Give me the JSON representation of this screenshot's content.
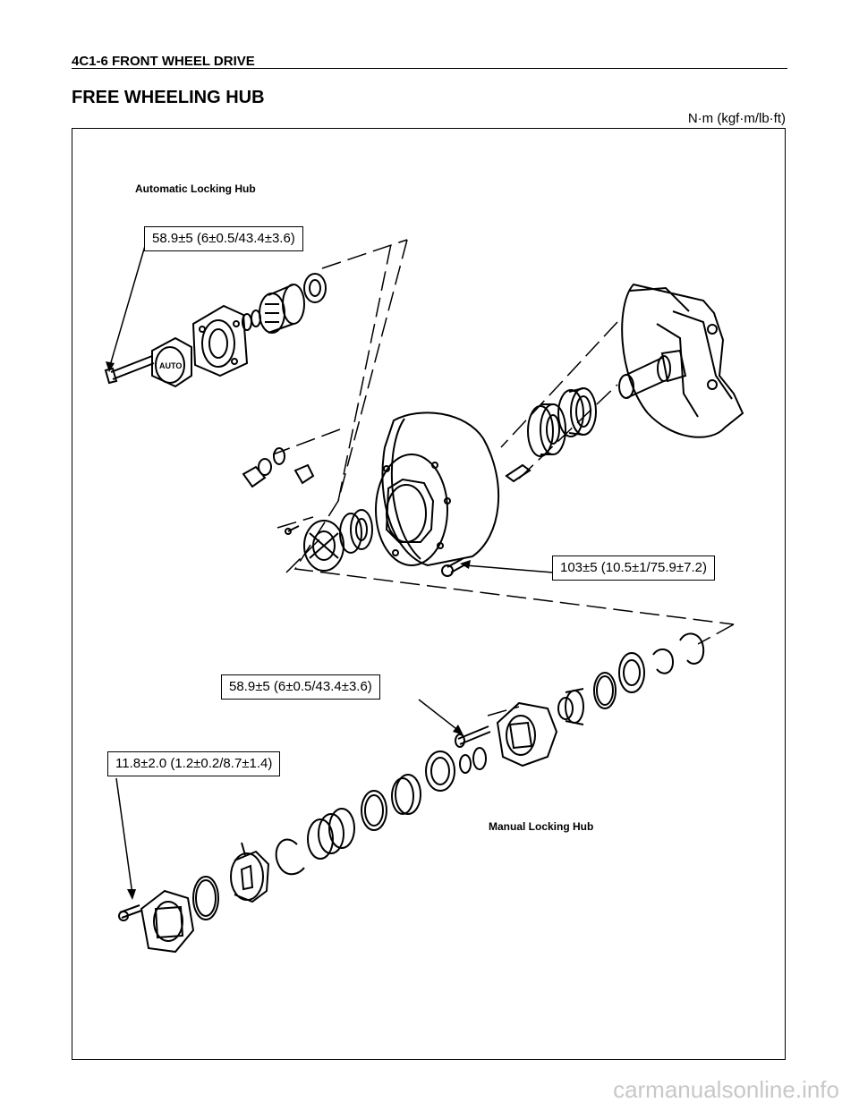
{
  "page": {
    "header": "4C1-6  FRONT WHEEL DRIVE",
    "title": "FREE WHEELING HUB",
    "units": "N·m (kgf·m/lb·ft)"
  },
  "diagram": {
    "labels": {
      "automatic": "Automatic Locking Hub",
      "manual": "Manual Locking Hub",
      "auto_cap": "AUTO"
    },
    "torques": {
      "auto_bolt": "58.9±5 (6±0.5/43.4±3.6)",
      "hub_bolt": "103±5 (10.5±1/75.9±7.2)",
      "manual_bolt": "58.9±5 (6±0.5/43.4±3.6)",
      "cap_bolt": "11.8±2.0 (1.2±0.2/8.7±1.4)"
    }
  },
  "footer": {
    "watermark": "carmanualsonline.info"
  }
}
